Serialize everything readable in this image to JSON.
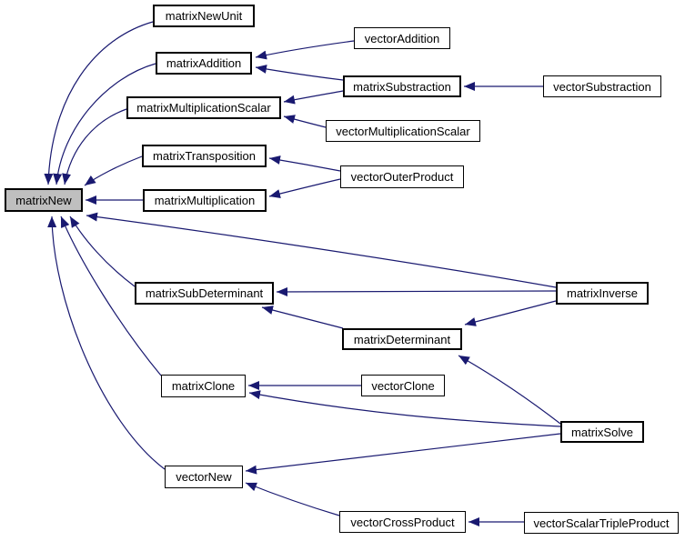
{
  "graph": {
    "type": "doxygen-caller-graph",
    "colors": {
      "background": "#ffffff",
      "edge": "#191970",
      "node_border": "#000000",
      "node_fill": "#ffffff",
      "highlight_fill": "#bfbfbf",
      "text": "#000000"
    },
    "nodes": {
      "matrixNew": {
        "label": "matrixNew",
        "highlighted": true
      },
      "matrixNewUnit": {
        "label": "matrixNewUnit"
      },
      "matrixAddition": {
        "label": "matrixAddition"
      },
      "matrixMultiplicationScalar": {
        "label": "matrixMultiplicationScalar"
      },
      "matrixTransposition": {
        "label": "matrixTransposition"
      },
      "matrixMultiplication": {
        "label": "matrixMultiplication"
      },
      "matrixSubDeterminant": {
        "label": "matrixSubDeterminant"
      },
      "matrixClone": {
        "label": "matrixClone"
      },
      "vectorNew": {
        "label": "vectorNew"
      },
      "vectorAddition": {
        "label": "vectorAddition"
      },
      "matrixSubstraction": {
        "label": "matrixSubstraction"
      },
      "vectorMultiplicationScalar": {
        "label": "vectorMultiplicationScalar"
      },
      "vectorOuterProduct": {
        "label": "vectorOuterProduct"
      },
      "vectorSubstraction": {
        "label": "vectorSubstraction"
      },
      "matrixInverse": {
        "label": "matrixInverse"
      },
      "matrixDeterminant": {
        "label": "matrixDeterminant"
      },
      "vectorClone": {
        "label": "vectorClone"
      },
      "matrixSolve": {
        "label": "matrixSolve"
      },
      "vectorCrossProduct": {
        "label": "vectorCrossProduct"
      },
      "vectorScalarTripleProduct": {
        "label": "vectorScalarTripleProduct"
      }
    },
    "edges": [
      {
        "from": "matrixNewUnit",
        "to": "matrixNew"
      },
      {
        "from": "matrixAddition",
        "to": "matrixNew"
      },
      {
        "from": "matrixMultiplicationScalar",
        "to": "matrixNew"
      },
      {
        "from": "matrixTransposition",
        "to": "matrixNew"
      },
      {
        "from": "matrixMultiplication",
        "to": "matrixNew"
      },
      {
        "from": "matrixInverse",
        "to": "matrixNew"
      },
      {
        "from": "matrixSubDeterminant",
        "to": "matrixNew"
      },
      {
        "from": "matrixClone",
        "to": "matrixNew"
      },
      {
        "from": "vectorNew",
        "to": "matrixNew"
      },
      {
        "from": "vectorAddition",
        "to": "matrixAddition"
      },
      {
        "from": "matrixSubstraction",
        "to": "matrixAddition"
      },
      {
        "from": "matrixSubstraction",
        "to": "matrixMultiplicationScalar"
      },
      {
        "from": "vectorMultiplicationScalar",
        "to": "matrixMultiplicationScalar"
      },
      {
        "from": "vectorSubstraction",
        "to": "matrixSubstraction"
      },
      {
        "from": "vectorOuterProduct",
        "to": "matrixTransposition"
      },
      {
        "from": "vectorOuterProduct",
        "to": "matrixMultiplication"
      },
      {
        "from": "matrixInverse",
        "to": "matrixSubDeterminant"
      },
      {
        "from": "matrixDeterminant",
        "to": "matrixSubDeterminant"
      },
      {
        "from": "matrixInverse",
        "to": "matrixDeterminant"
      },
      {
        "from": "matrixSolve",
        "to": "matrixDeterminant"
      },
      {
        "from": "vectorClone",
        "to": "matrixClone"
      },
      {
        "from": "matrixSolve",
        "to": "matrixClone"
      },
      {
        "from": "matrixSolve",
        "to": "vectorNew"
      },
      {
        "from": "vectorCrossProduct",
        "to": "vectorNew"
      },
      {
        "from": "vectorScalarTripleProduct",
        "to": "vectorCrossProduct"
      }
    ]
  }
}
